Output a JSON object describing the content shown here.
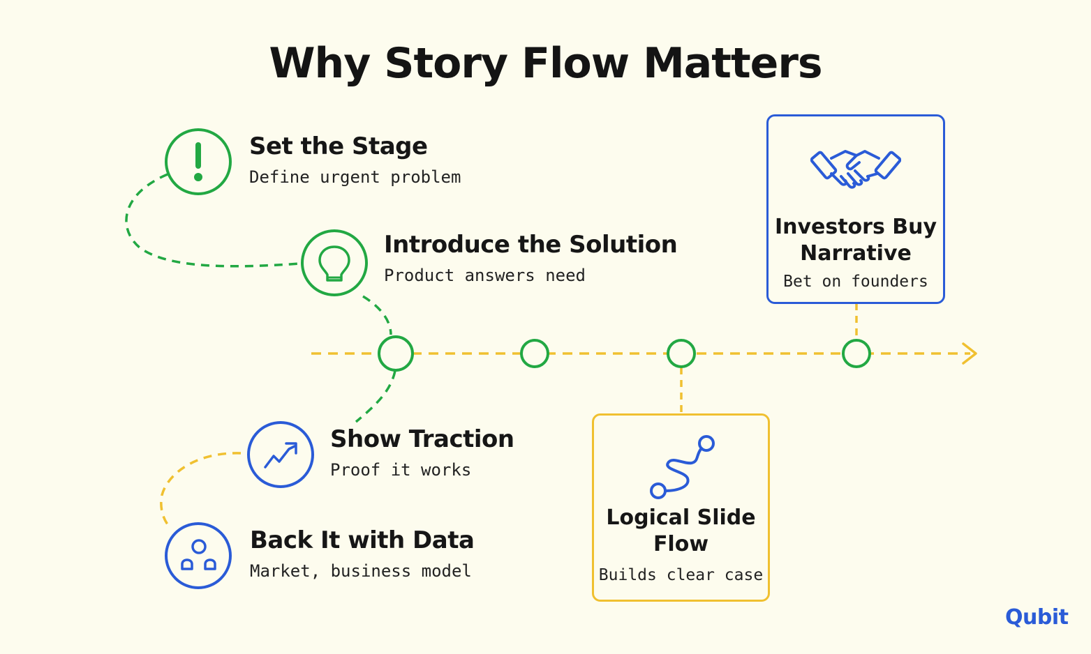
{
  "title": "Why Story Flow Matters",
  "steps": [
    {
      "heading": "Set the Stage",
      "description": "Define urgent problem",
      "icon": "exclamation-icon",
      "color": "#22a843"
    },
    {
      "heading": "Introduce the Solution",
      "description": "Product answers need",
      "icon": "lightbulb-icon",
      "color": "#22a843"
    },
    {
      "heading": "Show Traction",
      "description": "Proof it works",
      "icon": "trend-up-icon",
      "color": "#2a5bd7"
    },
    {
      "heading": "Back It with Data",
      "description": "Market, business model",
      "icon": "people-icon",
      "color": "#2a5bd7"
    }
  ],
  "boxes": {
    "investors": {
      "title_line1": "Investors Buy",
      "title_line2": "Narrative",
      "description": "Bet on founders",
      "icon": "handshake-icon",
      "border_color": "#2a5bd7"
    },
    "logical": {
      "title_line1": "Logical Slide",
      "title_line2": "Flow",
      "description": "Builds clear case",
      "icon": "path-icon",
      "border_color": "#f0c030"
    }
  },
  "colors": {
    "green": "#22a843",
    "blue": "#2a5bd7",
    "yellow": "#f0c030",
    "background": "#fdfcee"
  },
  "logo": "Qubit"
}
